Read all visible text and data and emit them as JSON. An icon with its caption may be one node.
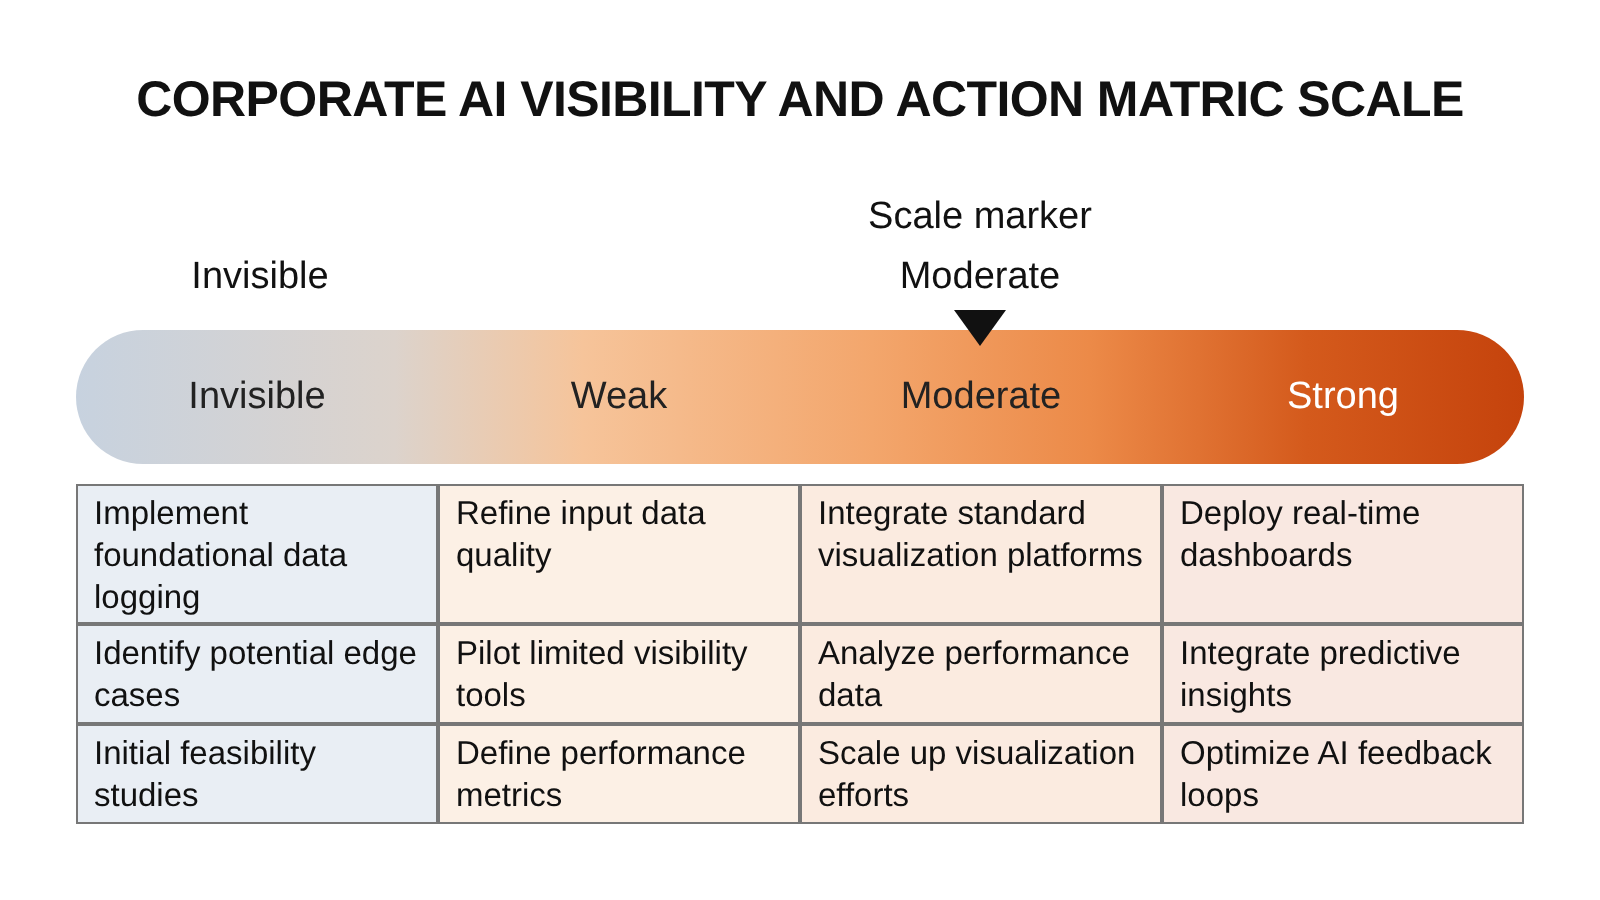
{
  "diagram": {
    "title": "CORPORATE AI VISIBILITY AND ACTION MATRIC SCALE",
    "nodes": [
      {
        "text": [
          "Invisible"
        ]
      },
      {
        "text": [
          "Weak"
        ]
      },
      {
        "text": [
          "Moderate"
        ]
      },
      {
        "text": [
          "Strong"
        ]
      }
    ],
    "labels": [
      "Scale marker",
      "Invisible",
      "Moderate",
      "Implement foundational data logging",
      "Refine input data quality",
      "Integrate standard visualization platforms",
      "Deploy real-time dashboards",
      "Identify potential edge cases",
      "Pilot limited visibility tools",
      "Analyze performance data",
      "Integrate predictive insights",
      "Initial feasibility studies",
      "Define performance metrics",
      "Scale up visualization efforts",
      "Optimize AI feedback loops"
    ]
  }
}
